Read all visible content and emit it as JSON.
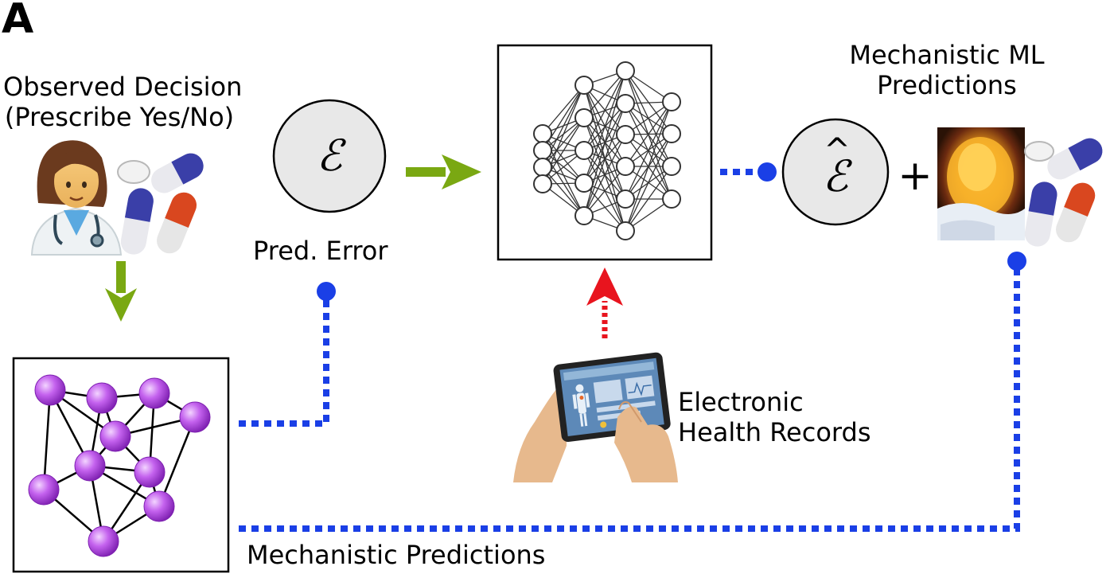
{
  "panel_letter": "A",
  "labels": {
    "observed_decision_line1": "Observed Decision",
    "observed_decision_line2": "(Prescribe Yes/No)",
    "pred_error": "Pred. Error",
    "mechanistic_ml_line1": "Mechanistic ML",
    "mechanistic_ml_line2": "Predictions",
    "ehr_line1": "Electronic",
    "ehr_line2": "Health Records",
    "mechanistic_predictions": "Mechanistic Predictions"
  },
  "symbols": {
    "epsilon": "ℰ",
    "epsilon_hat": "ℰ",
    "hat": "^",
    "plus": "+"
  },
  "colors": {
    "green_arrow": "#7aa812",
    "red_arrow": "#e8141e",
    "blue_dotted": "#1a3fe6",
    "node_purple": "#b94fe8",
    "circle_fill": "#e8e8e8"
  },
  "icons": [
    "doctor-icon",
    "pills-icon",
    "tablet-hands-icon",
    "mechanistic-network-icon",
    "neural-network-icon",
    "flame-pills-icon"
  ]
}
